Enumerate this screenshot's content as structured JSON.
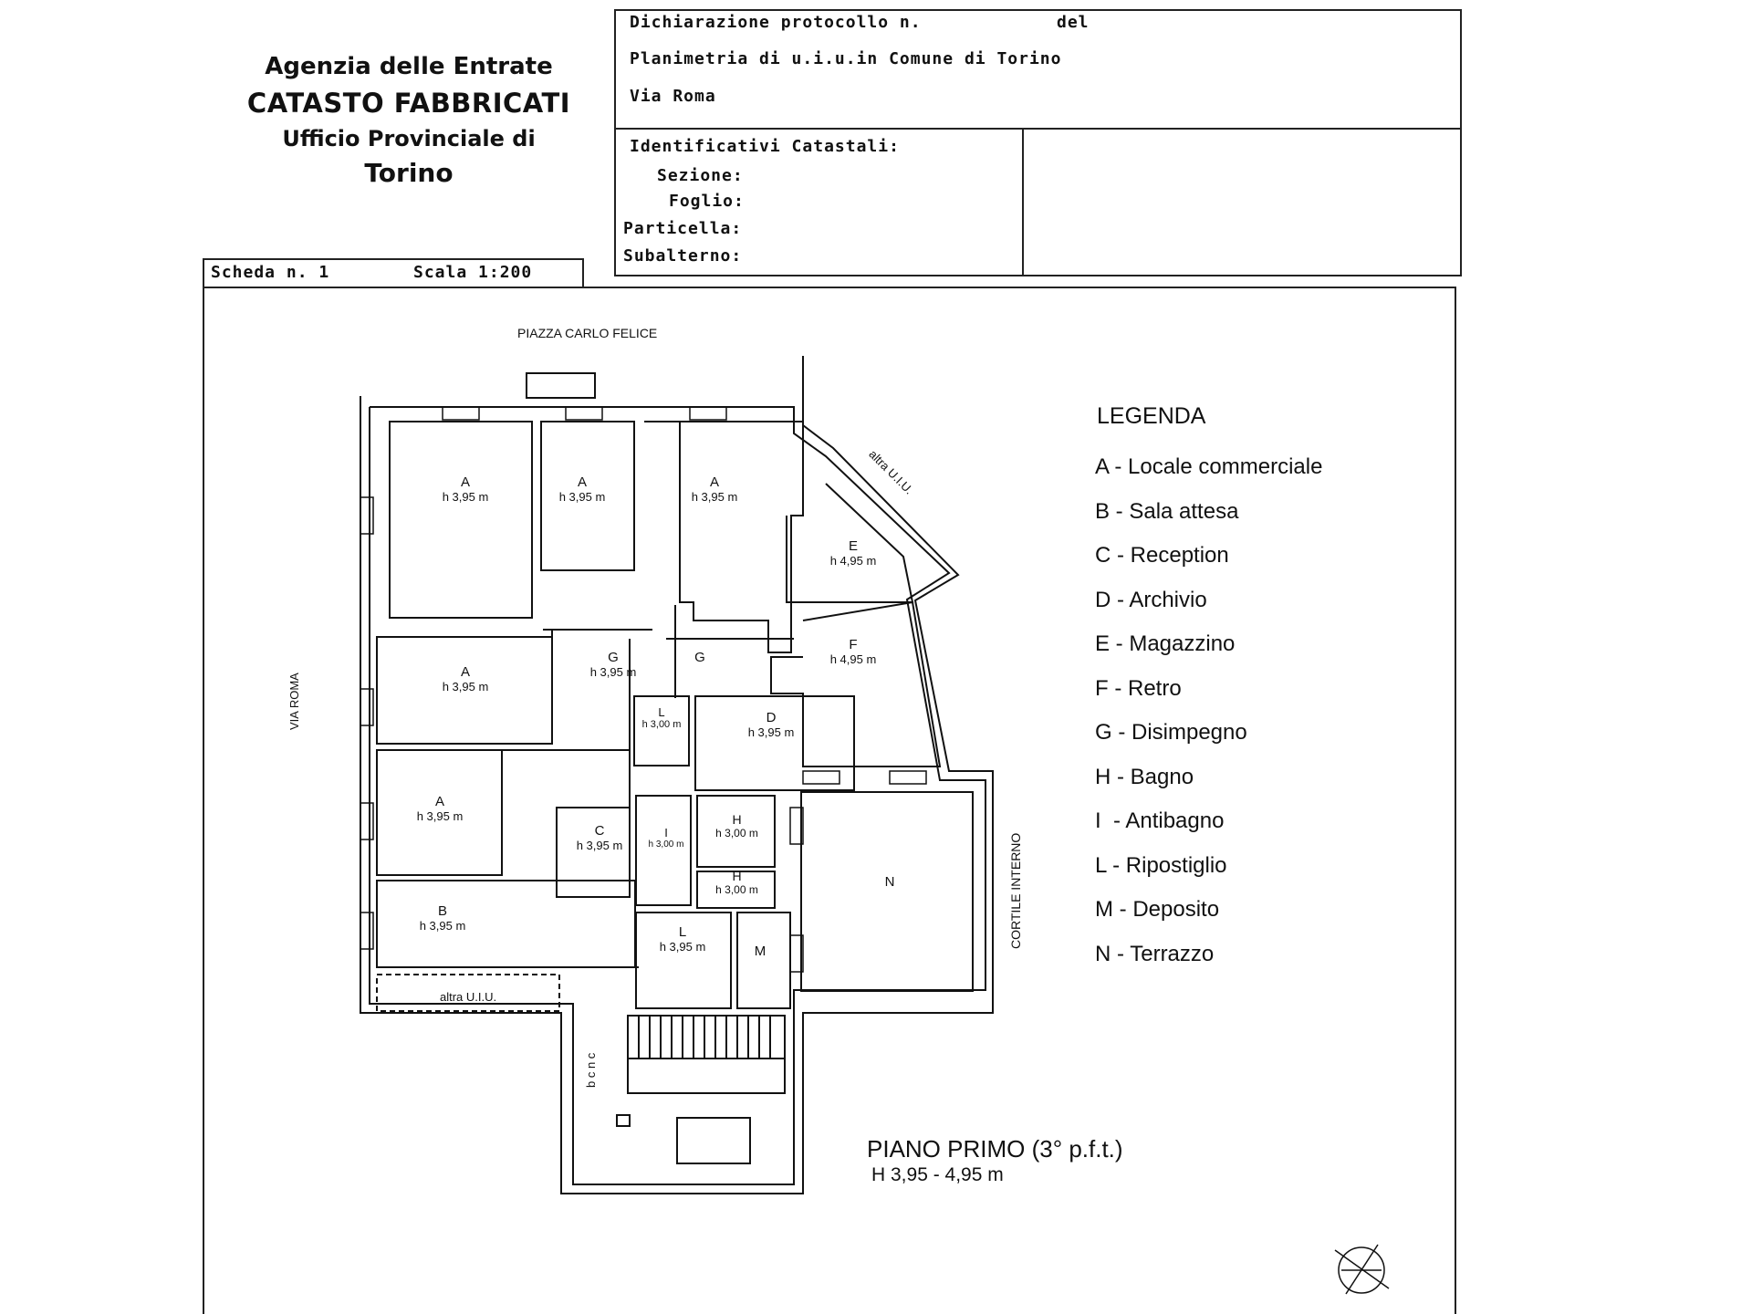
{
  "header": {
    "agency_line1": "Agenzia delle Entrate",
    "agency_line2": "CATASTO FABBRICATI",
    "agency_line3": "Ufficio Provinciale di",
    "agency_line4": "Torino"
  },
  "declaration": {
    "protocol_label": "Dichiarazione protocollo n.",
    "del_label": "del",
    "plan_line": "Planimetria di u.i.u.in Comune di Torino",
    "address": "Via Roma"
  },
  "cadastral": {
    "title": "Identificativi Catastali:",
    "sezione": "Sezione:",
    "foglio": "Foglio:",
    "particella": "Particella:",
    "subalterno": "Subalterno:"
  },
  "sheet": {
    "scheda": "Scheda n. 1",
    "scala": "Scala 1:200"
  },
  "legend": {
    "title": "LEGENDA",
    "items": [
      "A - Locale commerciale",
      "B - Sala attesa",
      "C - Reception",
      "D - Archivio",
      "E - Magazzino",
      "F - Retro",
      "G - Disimpegno",
      "H - Bagno",
      "I  - Antibagno",
      "L - Ripostiglio",
      "M - Deposito",
      "N - Terrazzo"
    ]
  },
  "plan": {
    "street_top": "PIAZZA CARLO FELICE",
    "street_left": "VIA ROMA",
    "courtyard": "CORTILE INTERNO",
    "other_unit_bottom": "altra U.I.U.",
    "other_unit_diag": "altra U.I.U.",
    "stair_label": "b c n c",
    "floor_title": "PIANO PRIMO (3° p.f.t.)",
    "floor_height": "H 3,95 - 4,95 m",
    "rooms": [
      {
        "code": "A",
        "height": "h 3,95 m"
      },
      {
        "code": "A",
        "height": "h 3,95 m"
      },
      {
        "code": "A",
        "height": "h 3,95 m"
      },
      {
        "code": "E",
        "height": "h 4,95 m"
      },
      {
        "code": "A",
        "height": "h 3,95 m"
      },
      {
        "code": "G",
        "height": "h 3,95 m"
      },
      {
        "code": "G",
        "height": ""
      },
      {
        "code": "F",
        "height": "h 4,95 m"
      },
      {
        "code": "L",
        "height": "h 3,00 m"
      },
      {
        "code": "D",
        "height": "h 3,95 m"
      },
      {
        "code": "A",
        "height": "h 3,95 m"
      },
      {
        "code": "C",
        "height": "h 3,95 m"
      },
      {
        "code": "I",
        "height": "h 3,00 m"
      },
      {
        "code": "H",
        "height": "h 3,00 m"
      },
      {
        "code": "H",
        "height": "h 3,00 m"
      },
      {
        "code": "N",
        "height": ""
      },
      {
        "code": "B",
        "height": "h 3,95 m"
      },
      {
        "code": "L",
        "height": "h 3,95 m"
      },
      {
        "code": "M",
        "height": ""
      }
    ]
  }
}
